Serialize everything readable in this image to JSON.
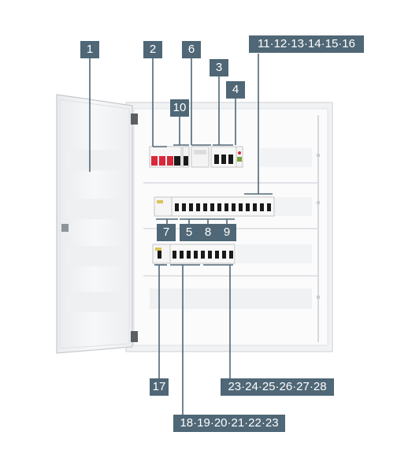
{
  "labels": {
    "l1": "1",
    "l2": "2",
    "l3": "3",
    "l4": "4",
    "l5": "5",
    "l6": "6",
    "l7": "7",
    "l8": "8",
    "l9": "9",
    "l10": "10",
    "l11_16": "11·12·13·14·15·16",
    "l17": "17",
    "l18_23": "18·19·20·21·22·23",
    "l23_28": "23·24·25·26·27·28"
  },
  "colors": {
    "label_bg": "#4f6776",
    "label_text": "#ffffff",
    "cabinet": "#f3f4f6",
    "breaker_red": "#d8283a",
    "breaker_black": "#1a1a1a"
  }
}
